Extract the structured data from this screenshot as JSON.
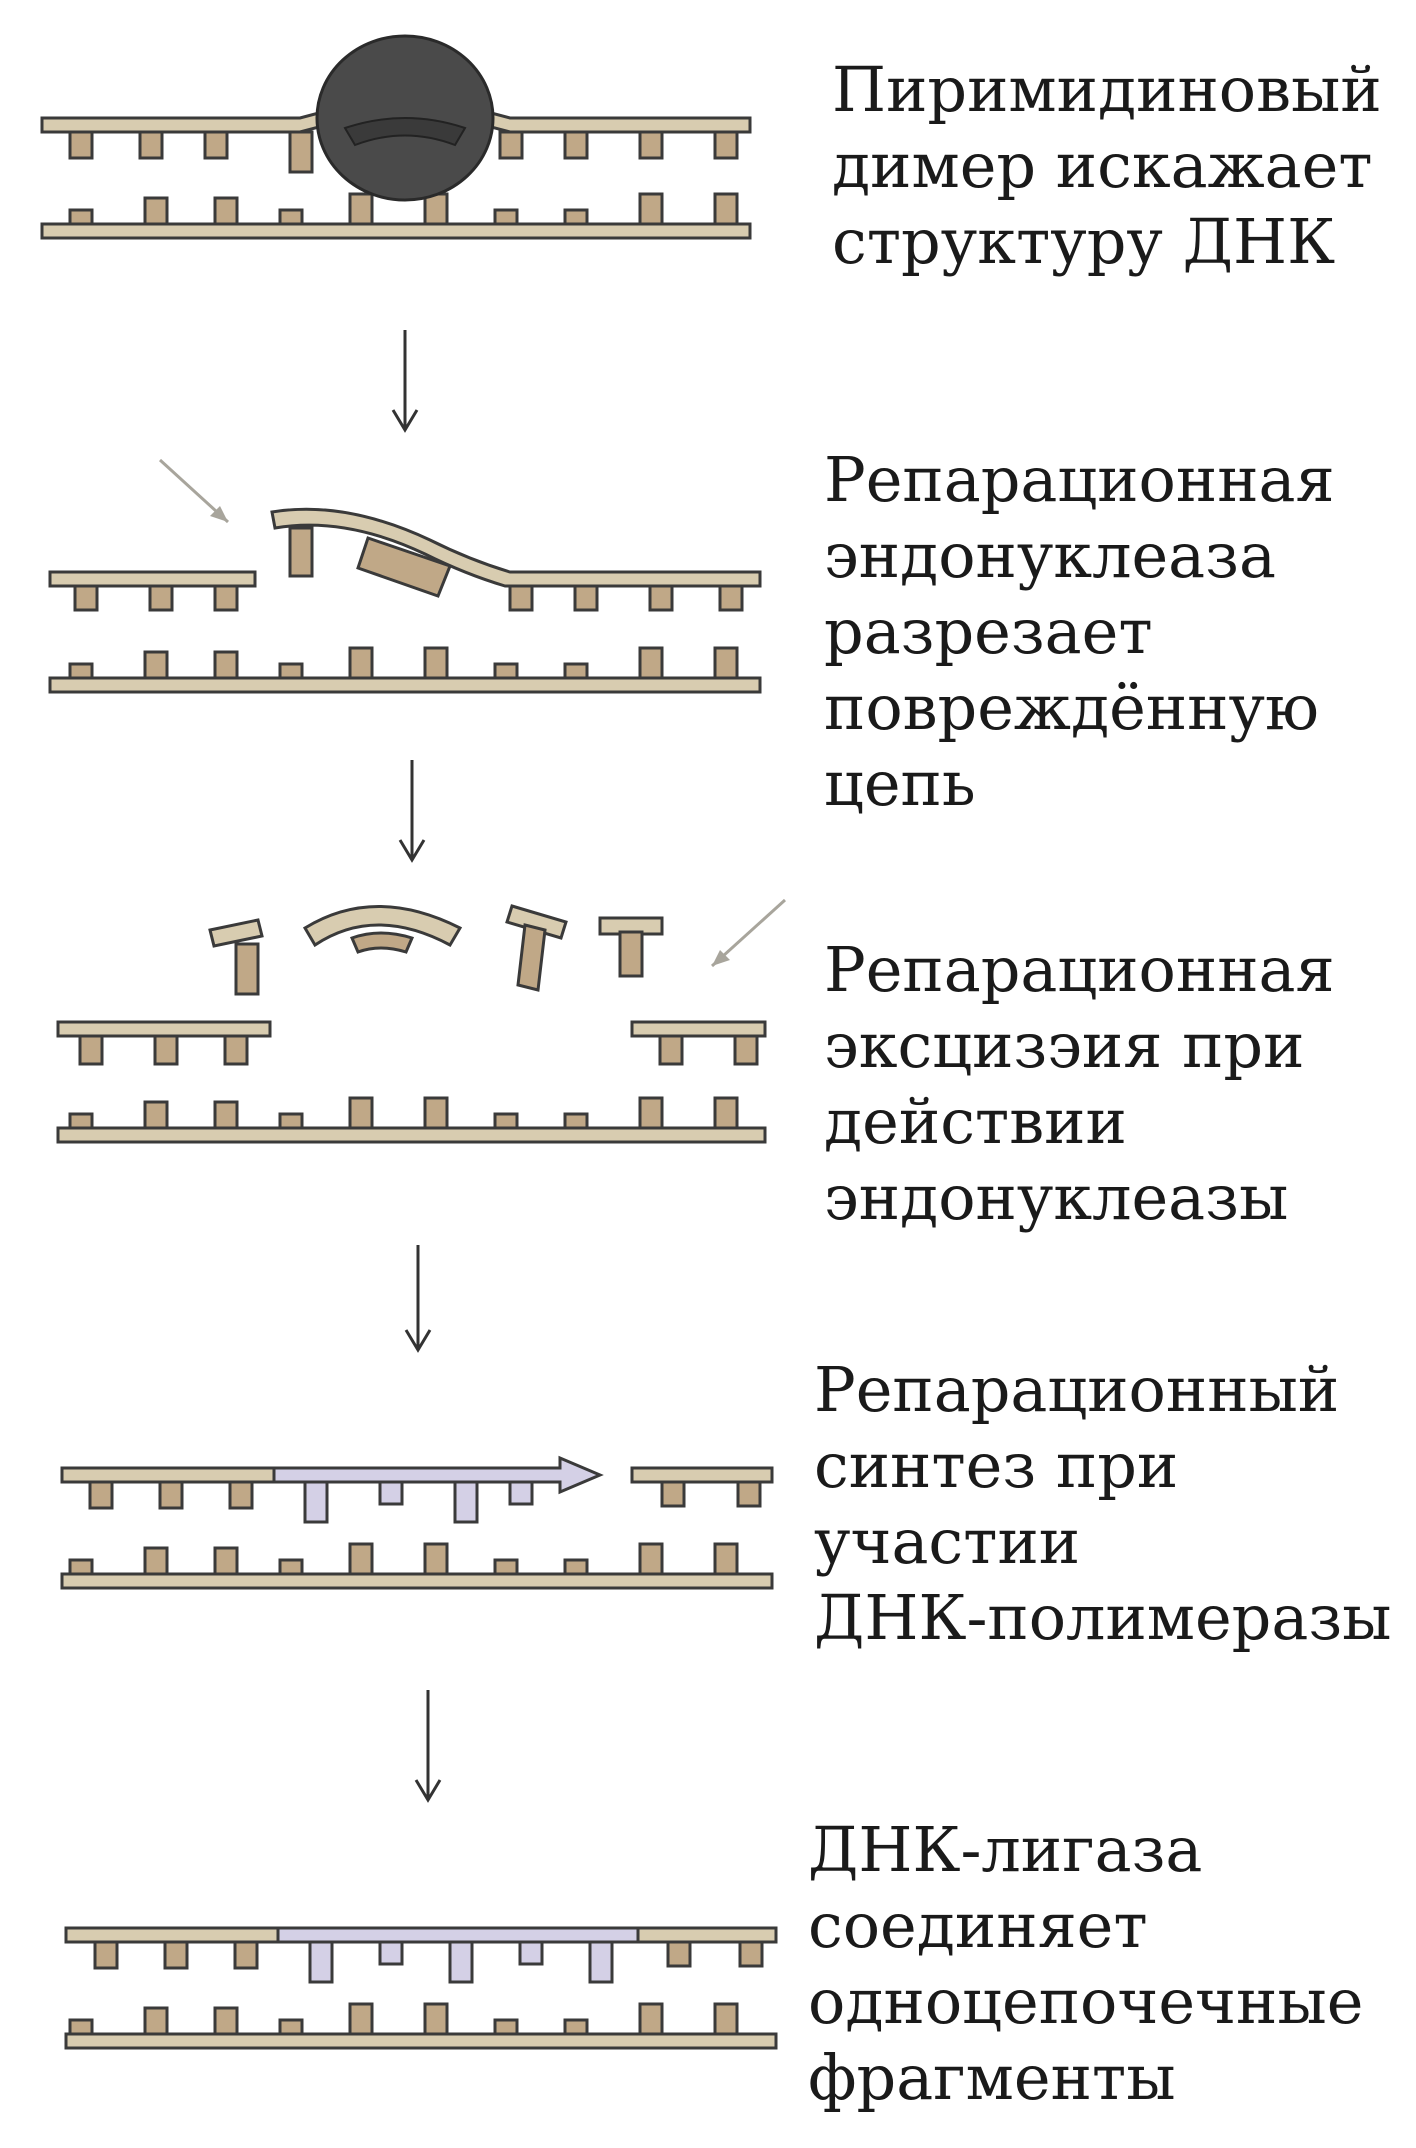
{
  "colors": {
    "strand_fill": "#d8ccb0",
    "strand_stroke": "#3a3a3a",
    "base_fill": "#c0a887",
    "new_fill": "#d4d0e6",
    "complex_fill": "#4a4a4a",
    "arrow_stroke": "#333333",
    "pointer_stroke": "#a8a59c"
  },
  "steps": [
    {
      "id": "dimer",
      "caption_lines": [
        "Пиримидиновый",
        "димер искажает",
        "структуру ДНК"
      ]
    },
    {
      "id": "incision",
      "caption_lines": [
        "Репарационная",
        "эндонуклеаза",
        "разрезает",
        "повреждённую",
        "цепь"
      ]
    },
    {
      "id": "excision",
      "caption_lines": [
        "Репарационная",
        "эксцизэия при",
        "действии",
        "эндонуклеазы"
      ]
    },
    {
      "id": "synthesis",
      "caption_lines": [
        "Репарационный",
        "синтез при",
        "участии",
        "ДНК-полимеразы"
      ]
    },
    {
      "id": "ligation",
      "caption_lines": [
        "ДНК-лигаза",
        "соединяет",
        "одноцепочечные",
        "фрагменты"
      ]
    }
  ]
}
